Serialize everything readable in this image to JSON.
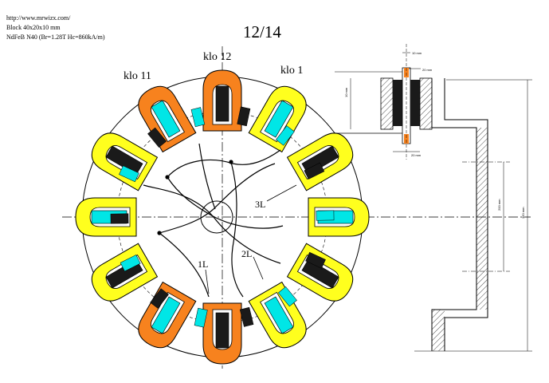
{
  "header": {
    "url": "http://www.mrwizx.com/",
    "block": "Block 40x20x10 mm",
    "material": "NdFeB N40 (Br=1.28T Hc=860kA/m)"
  },
  "title": "12/14",
  "labels": {
    "klo11": "klo 11",
    "klo12": "klo 12",
    "klo1": "klo 1",
    "phase1": "1L",
    "phase2": "2L",
    "phase3": "3L"
  },
  "dims": [
    "10 mm",
    "20 mm",
    "20 mm",
    "10 mm",
    "200 mm",
    "360 mm"
  ],
  "colors": {
    "orange": "#f7821e",
    "yellow": "#ffff1e",
    "cyan": "#00e6e6",
    "magnet": "#1a1a1a"
  }
}
